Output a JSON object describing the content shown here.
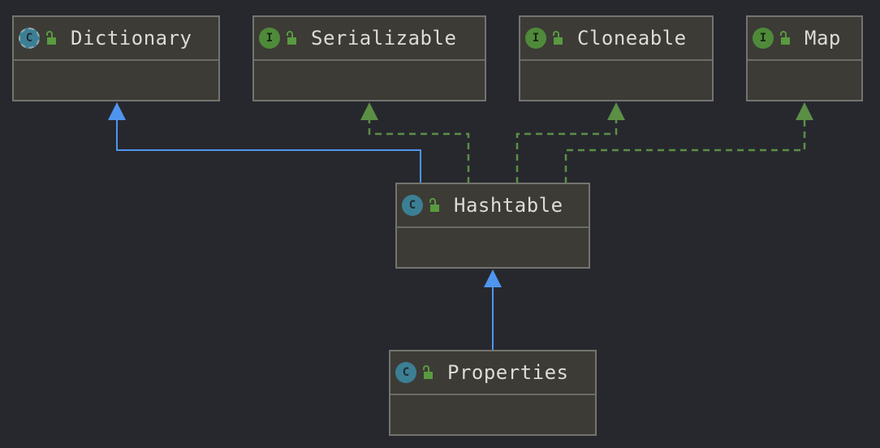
{
  "diagram": {
    "nodes": {
      "dictionary": {
        "title": "Dictionary",
        "kind": "abstract-class",
        "kind_letter": "C",
        "visibility_icon": "open-lock-icon"
      },
      "serializable": {
        "title": "Serializable",
        "kind": "interface",
        "kind_letter": "I",
        "visibility_icon": "open-lock-icon"
      },
      "cloneable": {
        "title": "Cloneable",
        "kind": "interface",
        "kind_letter": "I",
        "visibility_icon": "open-lock-icon"
      },
      "map": {
        "title": "Map",
        "kind": "interface",
        "kind_letter": "I",
        "visibility_icon": "open-lock-icon"
      },
      "hashtable": {
        "title": "Hashtable",
        "kind": "class",
        "kind_letter": "C",
        "visibility_icon": "open-lock-icon"
      },
      "properties": {
        "title": "Properties",
        "kind": "class",
        "kind_letter": "C",
        "visibility_icon": "open-lock-icon"
      }
    },
    "edges": [
      {
        "from": "hashtable",
        "to": "dictionary",
        "type": "extends"
      },
      {
        "from": "hashtable",
        "to": "serializable",
        "type": "implements"
      },
      {
        "from": "hashtable",
        "to": "cloneable",
        "type": "implements"
      },
      {
        "from": "hashtable",
        "to": "map",
        "type": "implements"
      },
      {
        "from": "properties",
        "to": "hashtable",
        "type": "extends"
      }
    ],
    "colors": {
      "background": "#27282e",
      "node_fill": "#3c3b36",
      "node_border": "#74746f",
      "extends_line": "#4f95ee",
      "implements_line": "#5b8f45",
      "class_icon": "#3c7f95",
      "interface_icon": "#4f8a3a",
      "lock_icon": "#5a9a40",
      "title_text": "#dcdcd6"
    }
  }
}
